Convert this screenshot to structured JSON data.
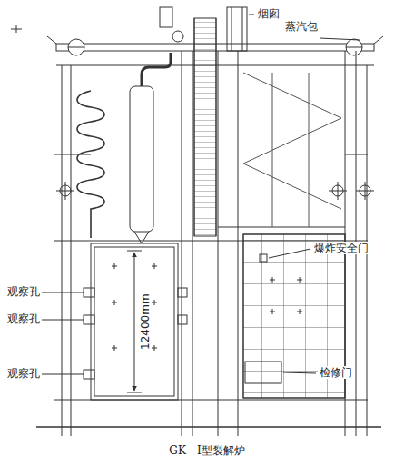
{
  "diagram": {
    "caption": "GK—I型裂解炉",
    "labels": [
      "烟囱",
      "蒸汽包",
      "爆炸安全门",
      "观察孔",
      "12400mm",
      "观察孔",
      "检修门",
      "观察孔"
    ]
  }
}
